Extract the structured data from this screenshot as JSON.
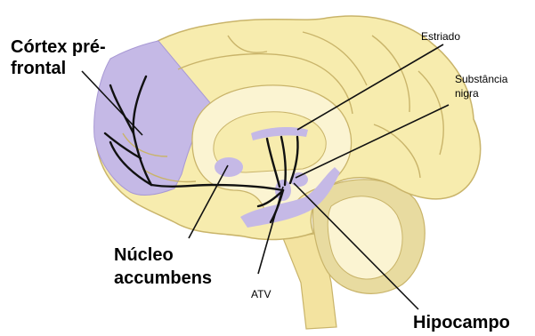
{
  "labels": {
    "pfc_line1": "Córtex pré-",
    "pfc_line2": "frontal",
    "striatum": "Estriado",
    "sn_line1": "Substância",
    "sn_line2": "nigra",
    "nacc_line1": "Núcleo",
    "nacc_line2": "accumbens",
    "vta": "ATV",
    "hippocampus": "Hipocampo"
  },
  "colors": {
    "brain_fill": "#f7ecae",
    "brain_stroke": "#c9b46a",
    "inner_fill": "#fbf4d2",
    "cerebellum_fill": "#e8dba0",
    "region_highlight": "#c5b9e6",
    "pathway": "#111111"
  }
}
